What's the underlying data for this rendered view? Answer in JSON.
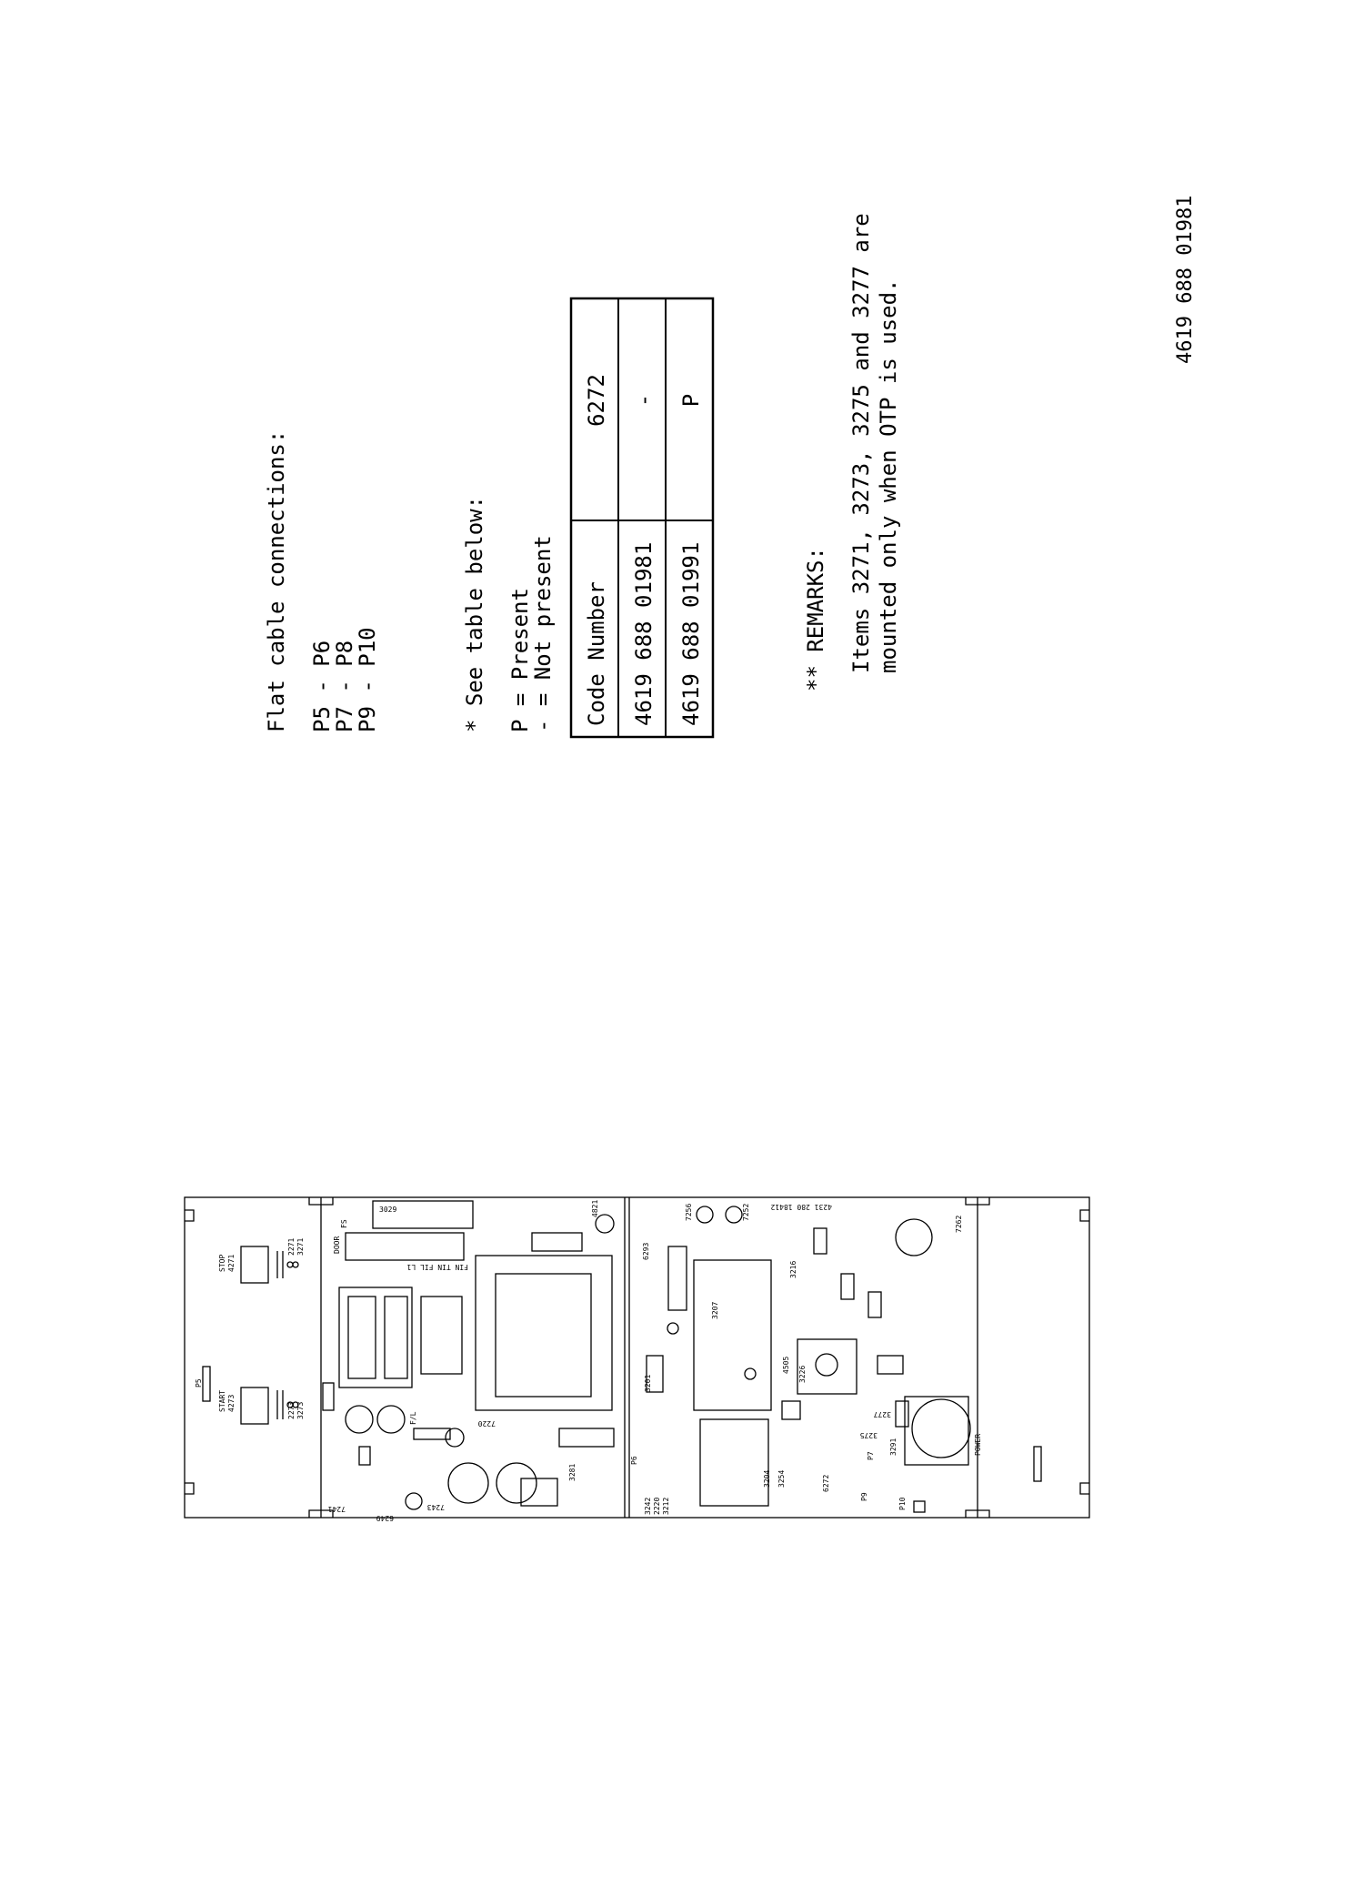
{
  "notes": {
    "flat_cable_title": "Flat cable connections:",
    "connections": [
      "P5 - P6",
      "P7 - P8",
      "P9 - P10"
    ],
    "see_table": "* See table below:",
    "legend": [
      "P = Present",
      "- = Not present"
    ],
    "table": {
      "headers": [
        "Code Number",
        "6272"
      ],
      "rows": [
        [
          "4619 688 01981",
          "-"
        ],
        [
          "4619 688 01991",
          "P"
        ]
      ]
    },
    "remarks_title": "** REMARKS:",
    "remarks_lines": [
      "Items 3271, 3273, 3275 and 3277 are",
      "mounted only when OTP is used."
    ],
    "drawing_number": "4619 688 01981"
  },
  "board": {
    "labels": {
      "start": "START",
      "start_ref": "4273",
      "stop": "STOP",
      "stop_ref": "4271",
      "r2271": "2271",
      "r3271": "3271",
      "r2273": "2273",
      "r3273": "3273",
      "p5": "P5",
      "p6": "P6",
      "p7": "P7",
      "p9": "P9",
      "p10": "P10",
      "power": "POWER",
      "door": "DOOR",
      "fs": "FS",
      "fl": "F/L",
      "r3291": "3291",
      "r6272": "6272",
      "r3275": "3275",
      "r3277": "3277",
      "r7256": "7256",
      "r7252": "7252",
      "r7262": "7262",
      "r4821": "4821",
      "r3029": "3029",
      "fin_row": "FIN  TIN  FIL  L1",
      "r7243": "7243",
      "r7241": "7241",
      "r6249": "6249",
      "r3212": "3212",
      "r2220": "2220",
      "r3242": "3242",
      "r7220": "7220",
      "r3281": "3281",
      "r6293": "6293",
      "r3207": "3207",
      "r3216": "3216",
      "r3226": "3226",
      "r3254": "3254",
      "r3204": "3204",
      "r4505": "4505",
      "r3201": "3201",
      "rev_code": "4231 280 18412"
    }
  }
}
